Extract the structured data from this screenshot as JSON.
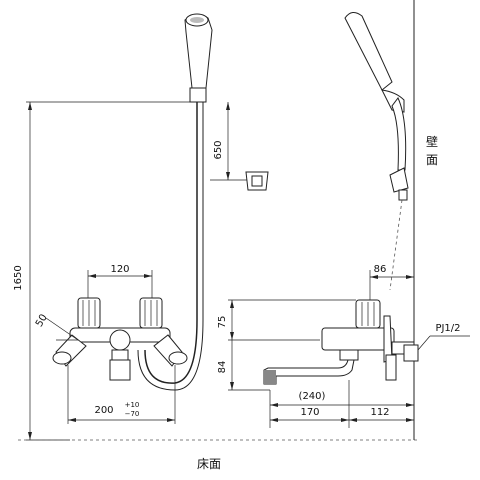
{
  "labels": {
    "floor": "床面",
    "wall_line1": "壁",
    "wall_line2": "面",
    "thread": "PJ1/2"
  },
  "dimensions": {
    "total_height": "1650",
    "hook_spacing": "650",
    "handle_spacing": "120",
    "angle": "50",
    "spout_reach": "200",
    "tol_plus": "+10",
    "tol_minus": "−70",
    "side_height_upper": "75",
    "side_height_lower": "84",
    "wall_offset": "86",
    "spout_reach_side": "(240)",
    "spout_mid": "170",
    "wall_to_center": "112"
  }
}
